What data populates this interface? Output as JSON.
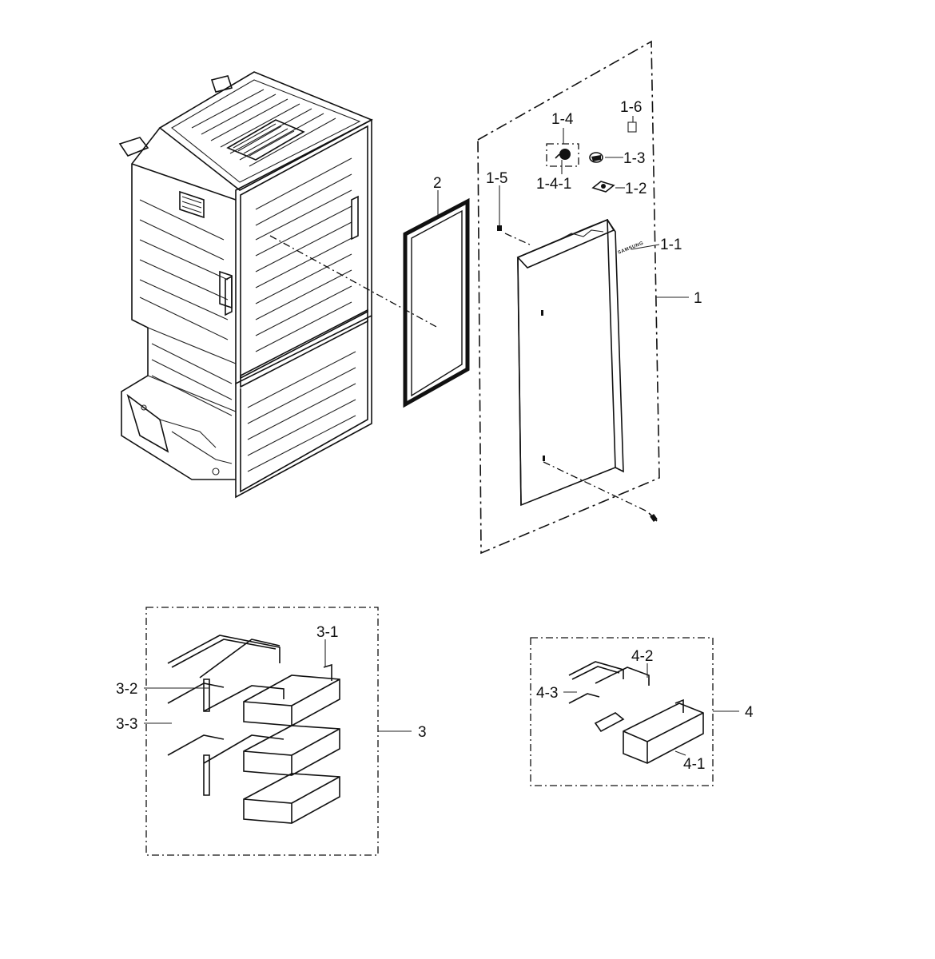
{
  "callouts": {
    "c1": "1",
    "c1_1": "1-1",
    "c1_2": "1-2",
    "c1_3": "1-3",
    "c1_4": "1-4",
    "c1_4_1": "1-4-1",
    "c1_5": "1-5",
    "c1_6": "1-6",
    "c2": "2",
    "c3": "3",
    "c3_1": "3-1",
    "c3_2": "3-2",
    "c3_3": "3-3",
    "c4": "4",
    "c4_1": "4-1",
    "c4_2": "4-2",
    "c4_3": "4-3"
  },
  "door_logo": "SAMSUNG",
  "colors": {
    "ink": "#111111",
    "background": "#ffffff"
  }
}
